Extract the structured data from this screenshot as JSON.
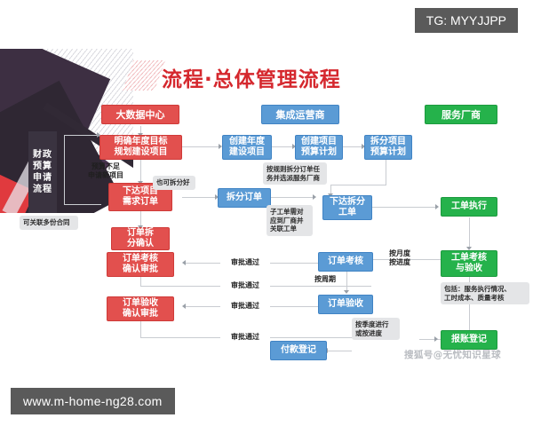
{
  "overlays": {
    "tg_badge": "TG: MYYJJPP",
    "url_badge": "www.m-home-ng28.com",
    "watermark": "搜狐号@无忧知识星球"
  },
  "title": "流程·总体管理流程",
  "side_panel": {
    "lines": [
      "财政",
      "预算",
      "申请",
      "流程"
    ]
  },
  "colors": {
    "red": "#e2504e",
    "blue": "#5b9bd5",
    "green": "#25b24b",
    "title_red": "#d5282e",
    "badge_gray": "#5a5a5a",
    "note_gray": "#e4e5e7",
    "connector": "#c9ccd1"
  },
  "lanes": [
    {
      "id": "lane-red",
      "header": "大数据中心",
      "color": "#e2504e"
    },
    {
      "id": "lane-blue",
      "header": "集成运营商",
      "color": "#5b9bd5"
    },
    {
      "id": "lane-green",
      "header": "服务厂商",
      "color": "#25b24b"
    }
  ],
  "nodes": {
    "red": [
      {
        "id": "r1",
        "lines": [
          "明确年度目标",
          "规划建设项目"
        ]
      },
      {
        "id": "r2",
        "lines": [
          "下达项目",
          "需求订单"
        ]
      },
      {
        "id": "r3",
        "lines": [
          "订单拆",
          "分确认"
        ]
      },
      {
        "id": "r4",
        "lines": [
          "订单考核",
          "确认审批"
        ]
      },
      {
        "id": "r5",
        "lines": [
          "订单验收",
          "确认审批"
        ]
      }
    ],
    "blue": [
      {
        "id": "b1",
        "lines": [
          "创建年度",
          "建设项目"
        ]
      },
      {
        "id": "b2",
        "lines": [
          "创建项目",
          "预算计划"
        ]
      },
      {
        "id": "b3",
        "lines": [
          "拆分项目",
          "预算计划"
        ]
      },
      {
        "id": "b4",
        "lines": [
          "拆分订单"
        ]
      },
      {
        "id": "b5",
        "lines": [
          "下达拆分",
          "工单"
        ]
      },
      {
        "id": "b6",
        "lines": [
          "订单考核"
        ]
      },
      {
        "id": "b7",
        "lines": [
          "订单验收"
        ]
      },
      {
        "id": "b8",
        "lines": [
          "付款登记"
        ]
      }
    ],
    "green": [
      {
        "id": "g1",
        "lines": [
          "工单执行"
        ]
      },
      {
        "id": "g2",
        "lines": [
          "工单考核",
          "与验收"
        ]
      },
      {
        "id": "g3",
        "lines": [
          "报账登记"
        ]
      }
    ]
  },
  "notes": [
    {
      "id": "n1",
      "lines": [
        "可关联多份合同"
      ]
    },
    {
      "id": "n2",
      "lines": [
        "也可拆分好"
      ]
    },
    {
      "id": "n3",
      "lines": [
        "按规则拆分订单任",
        "务并选派服务厂商"
      ]
    },
    {
      "id": "n4",
      "lines": [
        "子工单需对",
        "应到厂商并",
        "关联工单"
      ]
    },
    {
      "id": "n5",
      "lines": [
        "包括：服务执行情况、",
        "工时成本、质量考核"
      ]
    },
    {
      "id": "n6",
      "lines": [
        "按季度进行",
        "或按进度"
      ]
    }
  ],
  "edge_labels": [
    {
      "id": "e1",
      "lines": [
        "预算不足",
        "申请新项目"
      ]
    },
    {
      "id": "e2",
      "lines": [
        "按月度",
        "按进度"
      ]
    },
    {
      "id": "e3",
      "lines": [
        "按周期"
      ]
    },
    {
      "id": "e4",
      "lines": [
        "审批通过"
      ]
    },
    {
      "id": "e5",
      "lines": [
        "审批通过"
      ]
    },
    {
      "id": "e6",
      "lines": [
        "审批通过"
      ]
    },
    {
      "id": "e7",
      "lines": [
        "审批通过"
      ]
    }
  ]
}
